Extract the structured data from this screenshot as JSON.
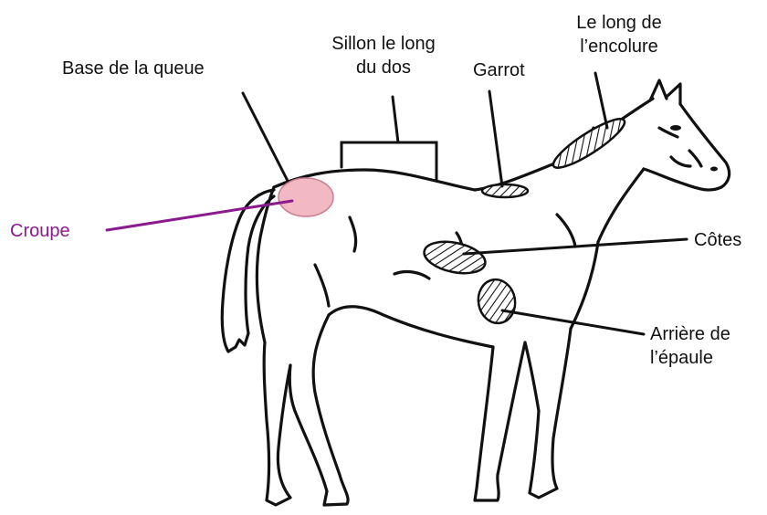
{
  "labels": {
    "base_queue": "Base de la queue",
    "sillon_l1": "Sillon le long",
    "sillon_l2": "du dos",
    "garrot": "Garrot",
    "encolure_l1": "Le long de",
    "encolure_l2": "l’encolure",
    "croupe": "Croupe",
    "cotes": "Côtes",
    "epaule_l1": "Arrière de",
    "epaule_l2": "l’épaule"
  },
  "colors": {
    "croupe_text": "#8a1a8e",
    "croupe_fill": "#f2b8c4",
    "line": "#111111"
  }
}
